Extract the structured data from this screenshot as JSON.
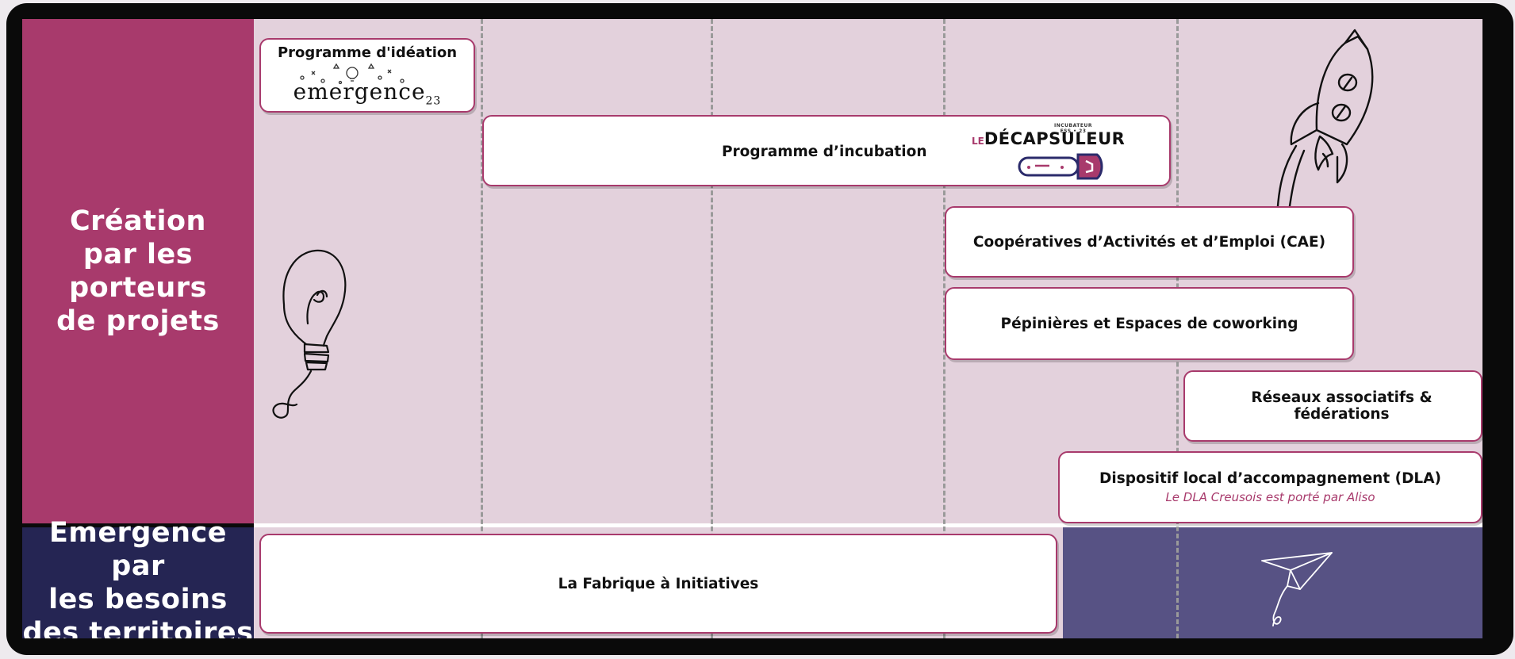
{
  "rows": {
    "top_label": [
      "Création",
      "par les",
      "porteurs",
      "de projets"
    ],
    "bottom_label": [
      "Emergence par",
      "les besoins",
      "des territoires"
    ]
  },
  "boxes": {
    "ideation": {
      "title": "Programme d'idéation",
      "logo_text": "emergence",
      "logo_sub": "23"
    },
    "incubation": {
      "title": "Programme d’incubation",
      "logo_prefix": "LE",
      "logo_text": "DÉCAPSULEUR",
      "logo_tagline": "INCUBATEUR ESS • 23"
    },
    "cae": {
      "title": "Coopératives d’Activités et d’Emploi (CAE)"
    },
    "pepinieres": {
      "title": "Pépinières et Espaces de coworking"
    },
    "reseaux": {
      "title": "Réseaux associatifs & fédérations"
    },
    "dla": {
      "title": "Dispositif local d’accompagnement (DLA)",
      "subtitle": "Le DLA Creusois est porté par Aliso"
    },
    "fabrique": {
      "title": "La Fabrique à Initiatives"
    }
  },
  "icons": [
    "lightbulb-icon",
    "rocket-icon",
    "paper-plane-icon",
    "bottle-opener-icon"
  ],
  "colors": {
    "magenta": "#a83a6c",
    "navy": "#252553",
    "violet": "#575284",
    "pink_bg": "#e3d1dc",
    "frame": "#0a0a0a"
  }
}
